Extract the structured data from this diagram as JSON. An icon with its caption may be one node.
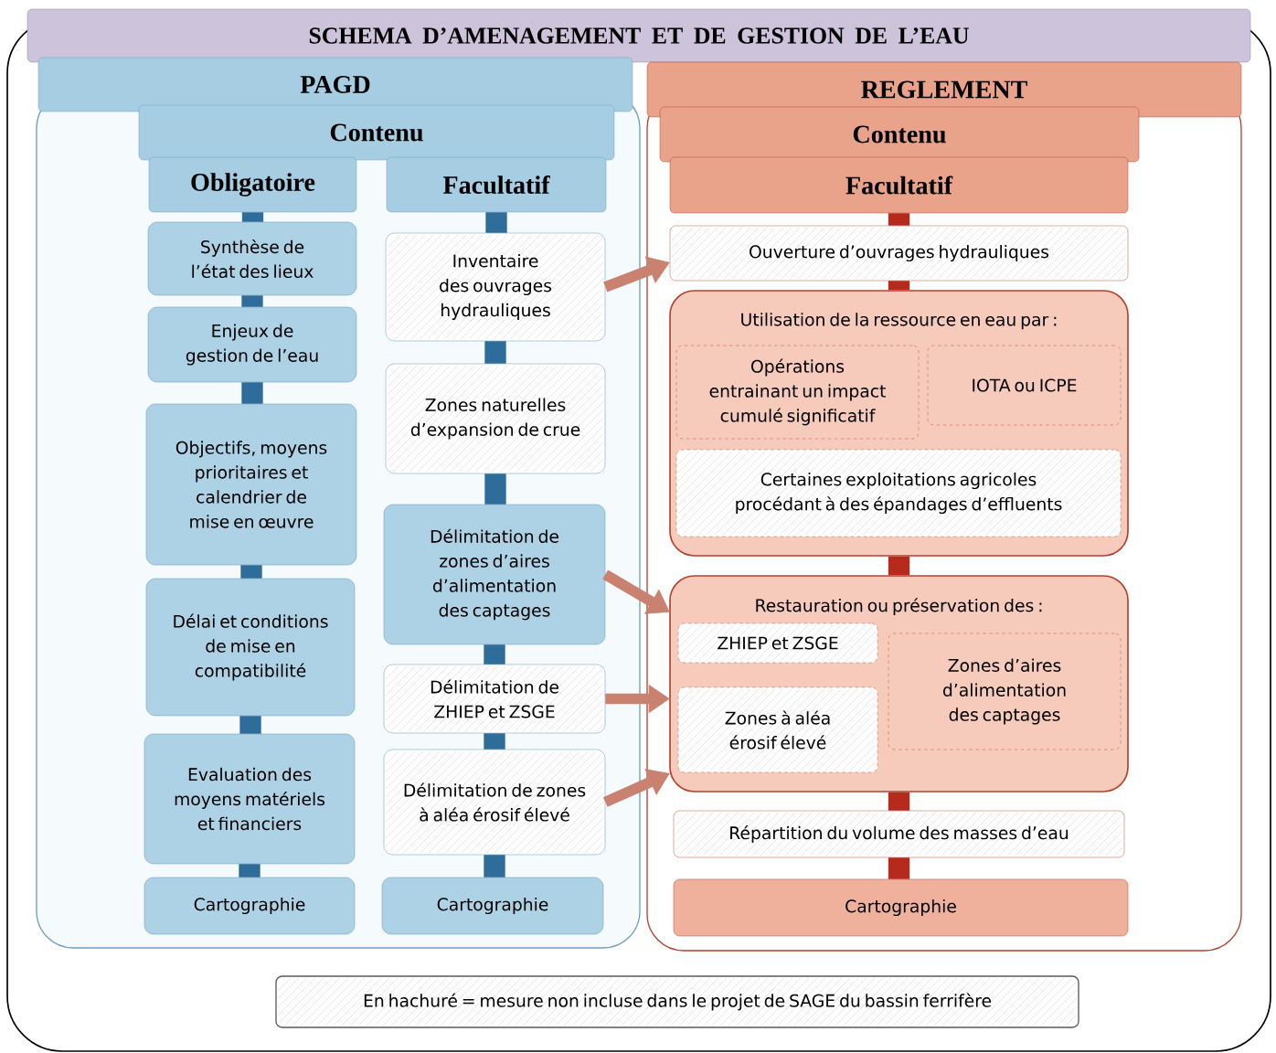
{
  "diagram": {
    "nodes": [
      {
        "text": [
          "SCHEMA D’AMENAGEMENT ET DE GESTION DE L’EAU"
        ]
      },
      {
        "text": [
          "PAGD"
        ]
      },
      {
        "text": [
          "Contenu"
        ]
      },
      {
        "text": [
          "Obligatoire"
        ]
      },
      {
        "text": [
          "Facultatif"
        ]
      },
      {
        "text": [
          "Synthèse de l’état des lieux"
        ]
      },
      {
        "text": [
          "Enjeux de gestion de l’eau"
        ]
      },
      {
        "text": [
          "Objectifs, moyens prioritaires et calendrier de mise en œuvre"
        ]
      },
      {
        "text": [
          "Délai et conditions de mise en compatibilité"
        ]
      },
      {
        "text": [
          "Evaluation des moyens matériels et financiers"
        ]
      },
      {
        "text": [
          "Cartographie"
        ]
      },
      {
        "text": [
          "Inventaire des ouvrages hydrauliques"
        ]
      },
      {
        "text": [
          "Zones naturelles d’expansion de crue"
        ]
      },
      {
        "text": [
          "Délimitation de zones d’aires d’alimentation des captages"
        ]
      },
      {
        "text": [
          "Délimitation de ZHIEP et ZSGE"
        ]
      },
      {
        "text": [
          "Délimitation de zones à aléa érosif élevé"
        ]
      },
      {
        "text": [
          "Cartographie"
        ]
      },
      {
        "text": [
          "REGLEMENT"
        ]
      },
      {
        "text": [
          "Contenu"
        ]
      },
      {
        "text": [
          "Facultatif"
        ]
      },
      {
        "text": [
          "Ouverture d’ouvrages hydrauliques"
        ]
      },
      {
        "text": [
          "Utilisation de la ressource en eau par :"
        ]
      },
      {
        "text": [
          "Opérations entrainant un impact cumulé significatif"
        ],
        "in": 21
      },
      {
        "text": [
          "IOTA ou ICPE"
        ],
        "in": 21
      },
      {
        "text": [
          "Certaines exploitations agricoles procédant à des épandages d’effluents"
        ],
        "in": 21
      },
      {
        "text": [
          "Restauration ou préservation des :"
        ]
      },
      {
        "text": [
          "ZHIEP et ZSGE"
        ],
        "in": 25
      },
      {
        "text": [
          "Zones d’aires d’alimentation des captages"
        ],
        "in": 25
      },
      {
        "text": [
          "Zones à aléa érosif élevé"
        ],
        "in": 25
      },
      {
        "text": [
          "Répartition du volume des masses d’eau"
        ]
      },
      {
        "text": [
          "Cartographie"
        ]
      },
      {
        "text": [
          "En hachuré = mesure non incluse dans le projet de SAGE du bassin ferrifère"
        ]
      }
    ],
    "edges": [
      {
        "from": 3,
        "to": 5,
        "arrow": "none"
      },
      {
        "from": 5,
        "to": 6,
        "arrow": "none"
      },
      {
        "from": 6,
        "to": 7,
        "arrow": "none"
      },
      {
        "from": 7,
        "to": 8,
        "arrow": "none"
      },
      {
        "from": 8,
        "to": 9,
        "arrow": "none"
      },
      {
        "from": 9,
        "to": 10,
        "arrow": "none"
      },
      {
        "from": 4,
        "to": 11,
        "arrow": "none"
      },
      {
        "from": 11,
        "to": 12,
        "arrow": "none"
      },
      {
        "from": 12,
        "to": 13,
        "arrow": "none"
      },
      {
        "from": 13,
        "to": 14,
        "arrow": "none"
      },
      {
        "from": 14,
        "to": 15,
        "arrow": "none"
      },
      {
        "from": 15,
        "to": 16,
        "arrow": "none"
      },
      {
        "from": 19,
        "to": 20,
        "arrow": "none",
        "color": "#b52a1c"
      },
      {
        "from": 20,
        "to": 21,
        "arrow": "none",
        "color": "#b52a1c"
      },
      {
        "from": 21,
        "to": 25,
        "arrow": "none",
        "color": "#b52a1c"
      },
      {
        "from": 25,
        "to": 29,
        "arrow": "none",
        "color": "#b52a1c"
      },
      {
        "from": 29,
        "to": 30,
        "arrow": "none",
        "color": "#b52a1c"
      },
      {
        "from": 11,
        "to": 20,
        "arrow": "to",
        "color": "#c9826f"
      },
      {
        "from": 13,
        "to": 25,
        "arrow": "to",
        "color": "#c9826f"
      },
      {
        "from": 14,
        "to": 25,
        "arrow": "to",
        "color": "#c9826f"
      },
      {
        "from": 15,
        "to": 25,
        "arrow": "to",
        "color": "#c9826f"
      }
    ]
  }
}
